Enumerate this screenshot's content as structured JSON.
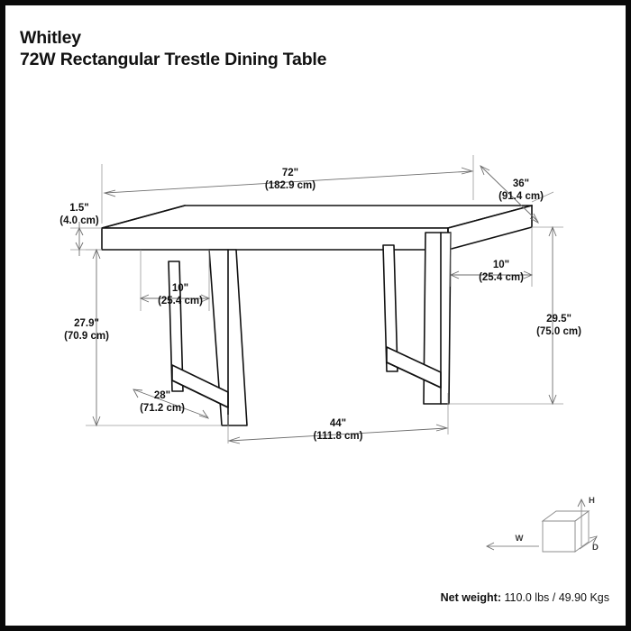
{
  "product": {
    "brand": "Whitley",
    "name": "72W Rectangular Trestle Dining Table"
  },
  "dimensions": {
    "width": {
      "imperial": "72\"",
      "metric": "(182.9 cm)"
    },
    "depth": {
      "imperial": "36\"",
      "metric": "(91.4 cm)"
    },
    "top_thickness": {
      "imperial": "1.5\"",
      "metric": "(4.0 cm)"
    },
    "clearance_height": {
      "imperial": "27.9\"",
      "metric": "(70.9 cm)"
    },
    "overall_height": {
      "imperial": "29.5\"",
      "metric": "(75.0 cm)"
    },
    "left_overhang": {
      "imperial": "10\"",
      "metric": "(25.4 cm)"
    },
    "right_overhang": {
      "imperial": "10\"",
      "metric": "(25.4 cm)"
    },
    "leg_spread": {
      "imperial": "28\"",
      "metric": "(71.2 cm)"
    },
    "leg_span": {
      "imperial": "44\"",
      "metric": "(111.8 cm)"
    }
  },
  "axis_legend": {
    "height": "H",
    "width": "W",
    "depth": "D"
  },
  "footer": {
    "weight_label": "Net weight:",
    "weight_value": "110.0 lbs / 49.90 Kgs"
  },
  "colors": {
    "border": "#0a0a0a",
    "sheet": "#ffffff",
    "object_stroke": "#111111",
    "dimension_stroke": "#6e6e6e",
    "legend_stroke": "#8c8c8c"
  }
}
